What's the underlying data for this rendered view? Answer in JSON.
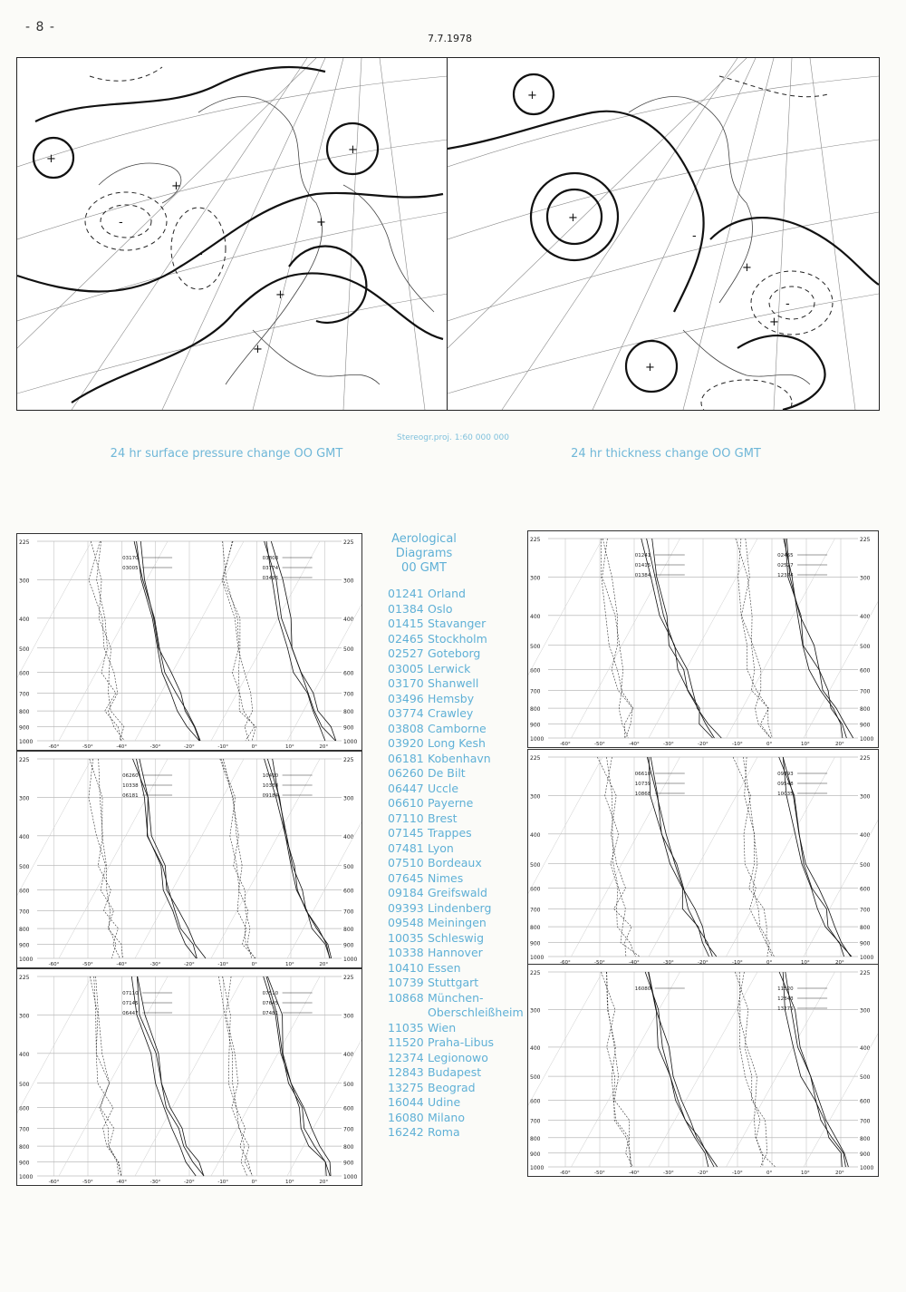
{
  "header": {
    "page_number": "- 8 -",
    "date": "7.7.1978"
  },
  "maps": {
    "left_caption": "24 hr surface pressure change OO GMT",
    "right_caption": "24 hr thickness change OO GMT",
    "projection": "Stereogr.proj. 1:60 000 000"
  },
  "legend": {
    "title": [
      "Aerological",
      "Diagrams",
      "00 GMT"
    ],
    "stations": [
      {
        "code": "01241",
        "name": "Orland"
      },
      {
        "code": "01384",
        "name": "Oslo"
      },
      {
        "code": "01415",
        "name": "Stavanger"
      },
      {
        "code": "02465",
        "name": "Stockholm"
      },
      {
        "code": "02527",
        "name": "Goteborg"
      },
      {
        "code": "03005",
        "name": "Lerwick"
      },
      {
        "code": "03170",
        "name": "Shanwell"
      },
      {
        "code": "03496",
        "name": "Hemsby"
      },
      {
        "code": "03774",
        "name": "Crawley"
      },
      {
        "code": "03808",
        "name": "Camborne"
      },
      {
        "code": "03920",
        "name": "Long Kesh"
      },
      {
        "code": "06181",
        "name": "Kobenhavn"
      },
      {
        "code": "06260",
        "name": "De Bilt"
      },
      {
        "code": "06447",
        "name": "Uccle"
      },
      {
        "code": "06610",
        "name": "Payerne"
      },
      {
        "code": "07110",
        "name": "Brest"
      },
      {
        "code": "07145",
        "name": "Trappes"
      },
      {
        "code": "07481",
        "name": "Lyon"
      },
      {
        "code": "07510",
        "name": "Bordeaux"
      },
      {
        "code": "07645",
        "name": "Nimes"
      },
      {
        "code": "09184",
        "name": "Greifswald"
      },
      {
        "code": "09393",
        "name": "Lindenberg"
      },
      {
        "code": "09548",
        "name": "Meiningen"
      },
      {
        "code": "10035",
        "name": "Schleswig"
      },
      {
        "code": "10338",
        "name": "Hannover"
      },
      {
        "code": "10410",
        "name": "Essen"
      },
      {
        "code": "10739",
        "name": "Stuttgart"
      },
      {
        "code": "10868",
        "name": "München-"
      },
      {
        "code": "",
        "name": "Oberschleißheim"
      },
      {
        "code": "11035",
        "name": "Wien"
      },
      {
        "code": "11520",
        "name": "Praha-Libus"
      },
      {
        "code": "12374",
        "name": "Legionowo"
      },
      {
        "code": "12843",
        "name": "Budapest"
      },
      {
        "code": "13275",
        "name": "Beograd"
      },
      {
        "code": "16044",
        "name": "Udine"
      },
      {
        "code": "16080",
        "name": "Milano"
      },
      {
        "code": "16242",
        "name": "Roma"
      }
    ]
  },
  "diagrams": {
    "pressure_levels": [
      "225",
      "300",
      "400",
      "500",
      "600",
      "700",
      "800",
      "900",
      "1000"
    ],
    "temp_ticks": [
      "-60°",
      "-50°",
      "-40°",
      "-30°",
      "-20°",
      "-10°",
      "0°",
      "10°",
      "20°"
    ],
    "panels": [
      {
        "stations": [
          "03170",
          "03005"
        ],
        "stations_right": [
          "03808",
          "03774",
          "03496"
        ]
      },
      {
        "stations": [
          "06260",
          "10338",
          "06181"
        ],
        "stations_right": [
          "10410",
          "10338",
          "09184"
        ]
      },
      {
        "stations": [
          "07110",
          "07145",
          "06447"
        ],
        "stations_right": [
          "07510",
          "07645",
          "07481"
        ]
      },
      {
        "stations": [
          "01241",
          "01415",
          "01384"
        ],
        "stations_right": [
          "02465",
          "02527",
          "12374"
        ]
      },
      {
        "stations": [
          "06610",
          "10739",
          "10868"
        ],
        "stations_right": [
          "09393",
          "09548",
          "10035"
        ]
      },
      {
        "stations": [
          "16080"
        ],
        "stations_right": [
          "11520",
          "12843",
          "13275"
        ]
      }
    ]
  }
}
